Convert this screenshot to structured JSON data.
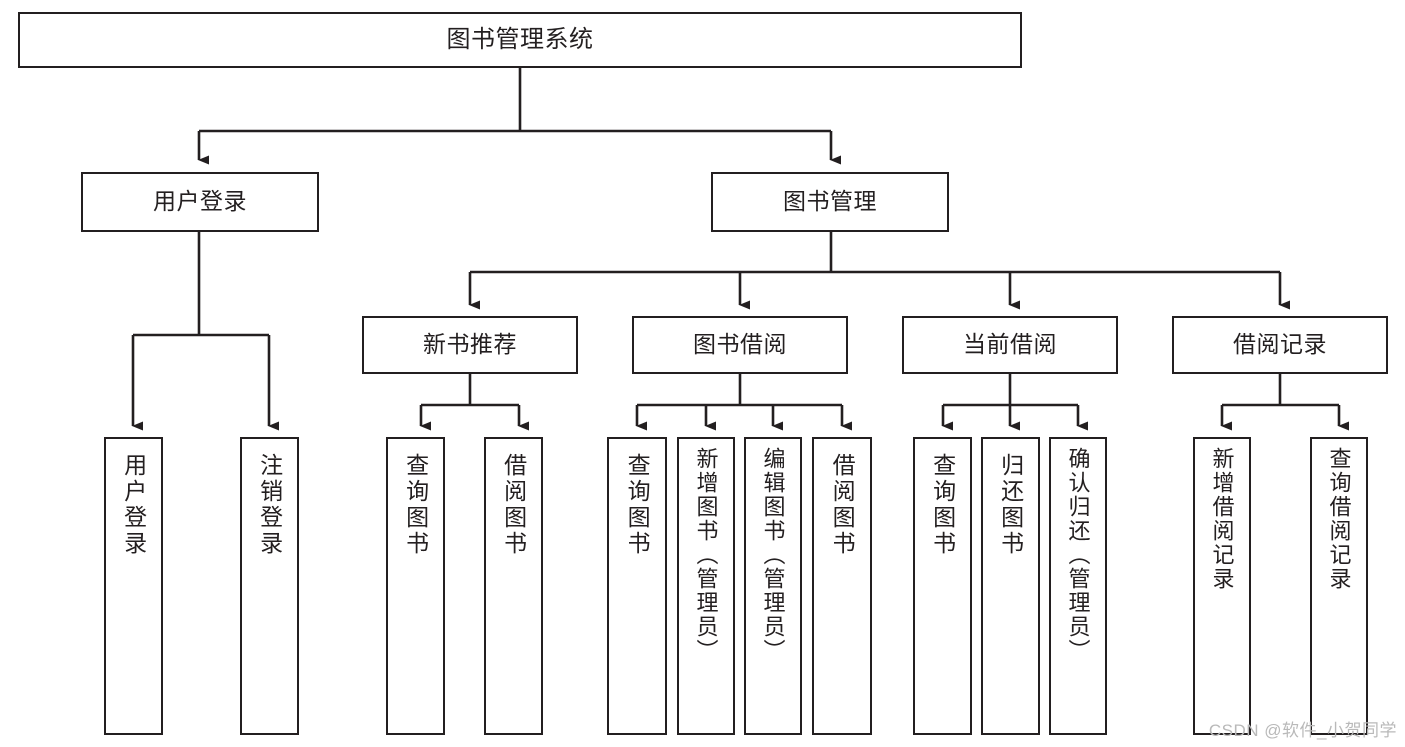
{
  "diagram": {
    "title": "图书管理系统",
    "watermark": "CSDN @软件_小贺同学",
    "colors": {
      "stroke": "#231f20",
      "fill": "#ffffff",
      "watermark": "#b9b9b9"
    },
    "nodes": {
      "root": {
        "label": "图书管理系统"
      },
      "level2": [
        {
          "id": "user-login",
          "label": "用户登录"
        },
        {
          "id": "book-manage",
          "label": "图书管理"
        }
      ],
      "level3": [
        {
          "id": "new-book-rec",
          "label": "新书推荐"
        },
        {
          "id": "book-borrow",
          "label": "图书借阅"
        },
        {
          "id": "current-borrow",
          "label": "当前借阅"
        },
        {
          "id": "borrow-record",
          "label": "借阅记录"
        }
      ],
      "leaves": {
        "user_login": [
          {
            "id": "leaf-user-login",
            "label": "用户登录"
          },
          {
            "id": "leaf-user-logout",
            "label": "注销登录"
          }
        ],
        "new_book_rec": [
          {
            "id": "leaf-query-book-1",
            "label": "查询图书"
          },
          {
            "id": "leaf-borrow-book-1",
            "label": "借阅图书"
          }
        ],
        "book_borrow": [
          {
            "id": "leaf-query-book-2",
            "label": "查询图书"
          },
          {
            "id": "leaf-add-book",
            "label": "新增图书（管理员）"
          },
          {
            "id": "leaf-edit-book",
            "label": "编辑图书（管理员）"
          },
          {
            "id": "leaf-borrow-book-2",
            "label": "借阅图书"
          }
        ],
        "current_borrow": [
          {
            "id": "leaf-query-book-3",
            "label": "查询图书"
          },
          {
            "id": "leaf-return-book",
            "label": "归还图书"
          },
          {
            "id": "leaf-confirm-return",
            "label": "确认归还（管理员）"
          }
        ],
        "borrow_record": [
          {
            "id": "leaf-add-record",
            "label": "新增借阅记录"
          },
          {
            "id": "leaf-query-record",
            "label": "查询借阅记录"
          }
        ]
      }
    }
  }
}
